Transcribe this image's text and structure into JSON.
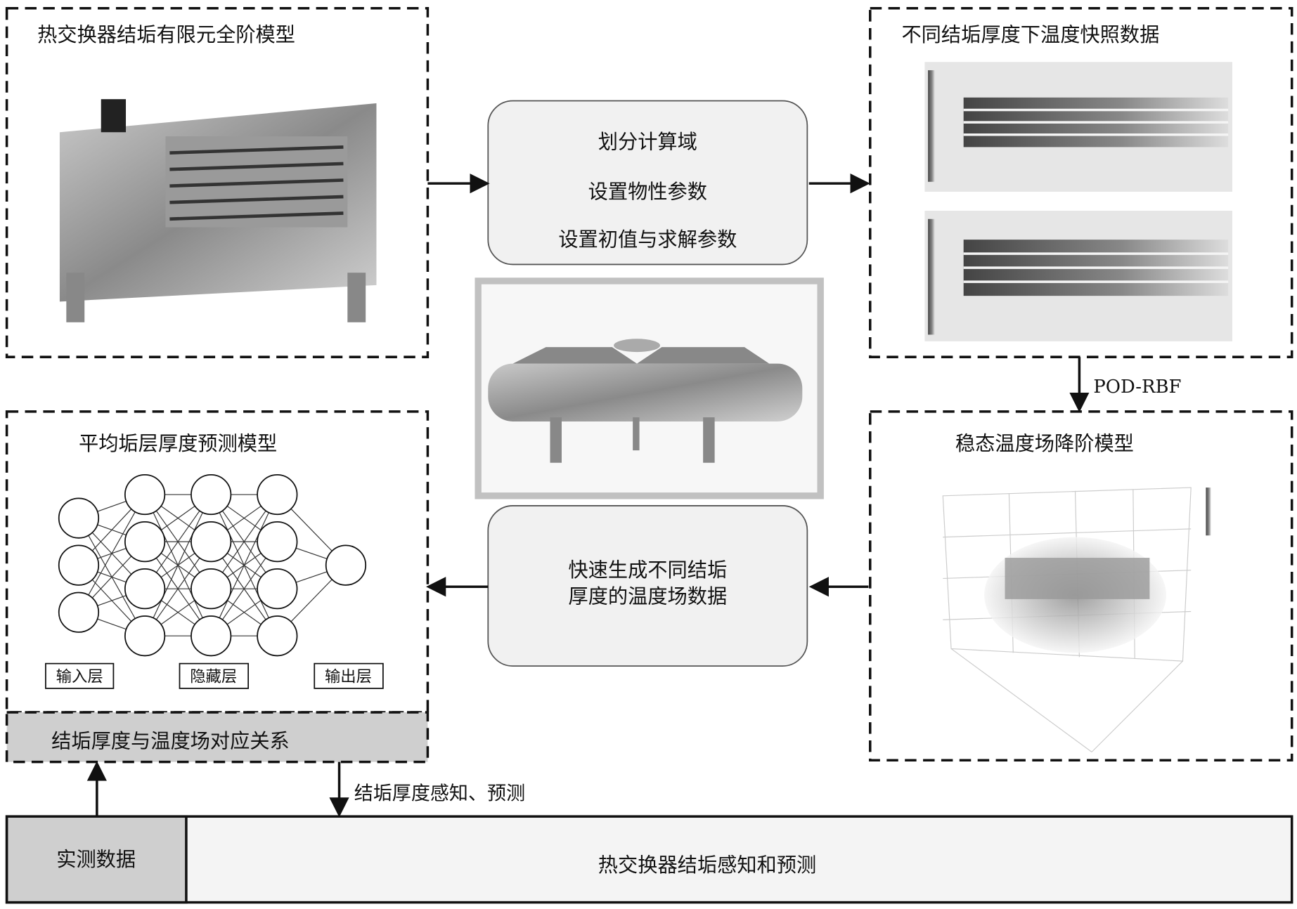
{
  "panels": {
    "fem_model": {
      "title": "热交换器结垢有限元全阶模型"
    },
    "snapshots": {
      "title": "不同结垢厚度下温度快照数据"
    },
    "nn_model": {
      "title": "平均垢层厚度预测模型",
      "labels": [
        "输入层",
        "隐藏层",
        "输出层"
      ],
      "layers": [
        3,
        4,
        4,
        4,
        1
      ]
    },
    "rom": {
      "title": "稳态温度场降阶模型"
    }
  },
  "center": {
    "setup_steps": [
      "划分计算域",
      "设置物性参数",
      "设置初值与求解参数"
    ],
    "generate": [
      "快速生成不同结垢",
      "厚度的温度场数据"
    ]
  },
  "relation_bar": "结垢厚度与温度场对应关系",
  "arrows": {
    "pod": "POD-RBF",
    "sense": "结垢厚度感知、预测"
  },
  "bottom": {
    "measured": "实测数据",
    "main": "热交换器结垢感知和预测"
  }
}
